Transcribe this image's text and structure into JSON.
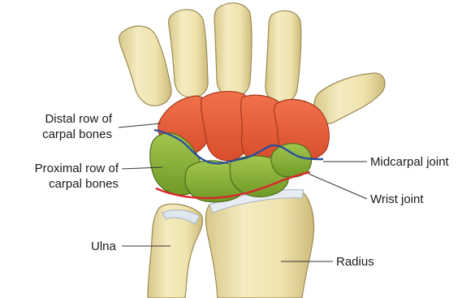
{
  "labels": {
    "distal_row": {
      "line1": "Distal row of",
      "line2": "carpal bones"
    },
    "proximal_row": {
      "line1": "Proximal row of",
      "line2": "carpal bones"
    },
    "midcarpal_joint": "Midcarpal joint",
    "wrist_joint": "Wrist joint",
    "ulna": "Ulna",
    "radius": "Radius"
  },
  "colors": {
    "bone": "#f0e6b4",
    "bone_shade": "#d9c98a",
    "distal_row": "#e8603a",
    "proximal_row": "#8cb338",
    "midcarpal_line": "#2a4f9a",
    "wrist_line": "#d8262b",
    "cartilage": "#dfe6ee"
  }
}
